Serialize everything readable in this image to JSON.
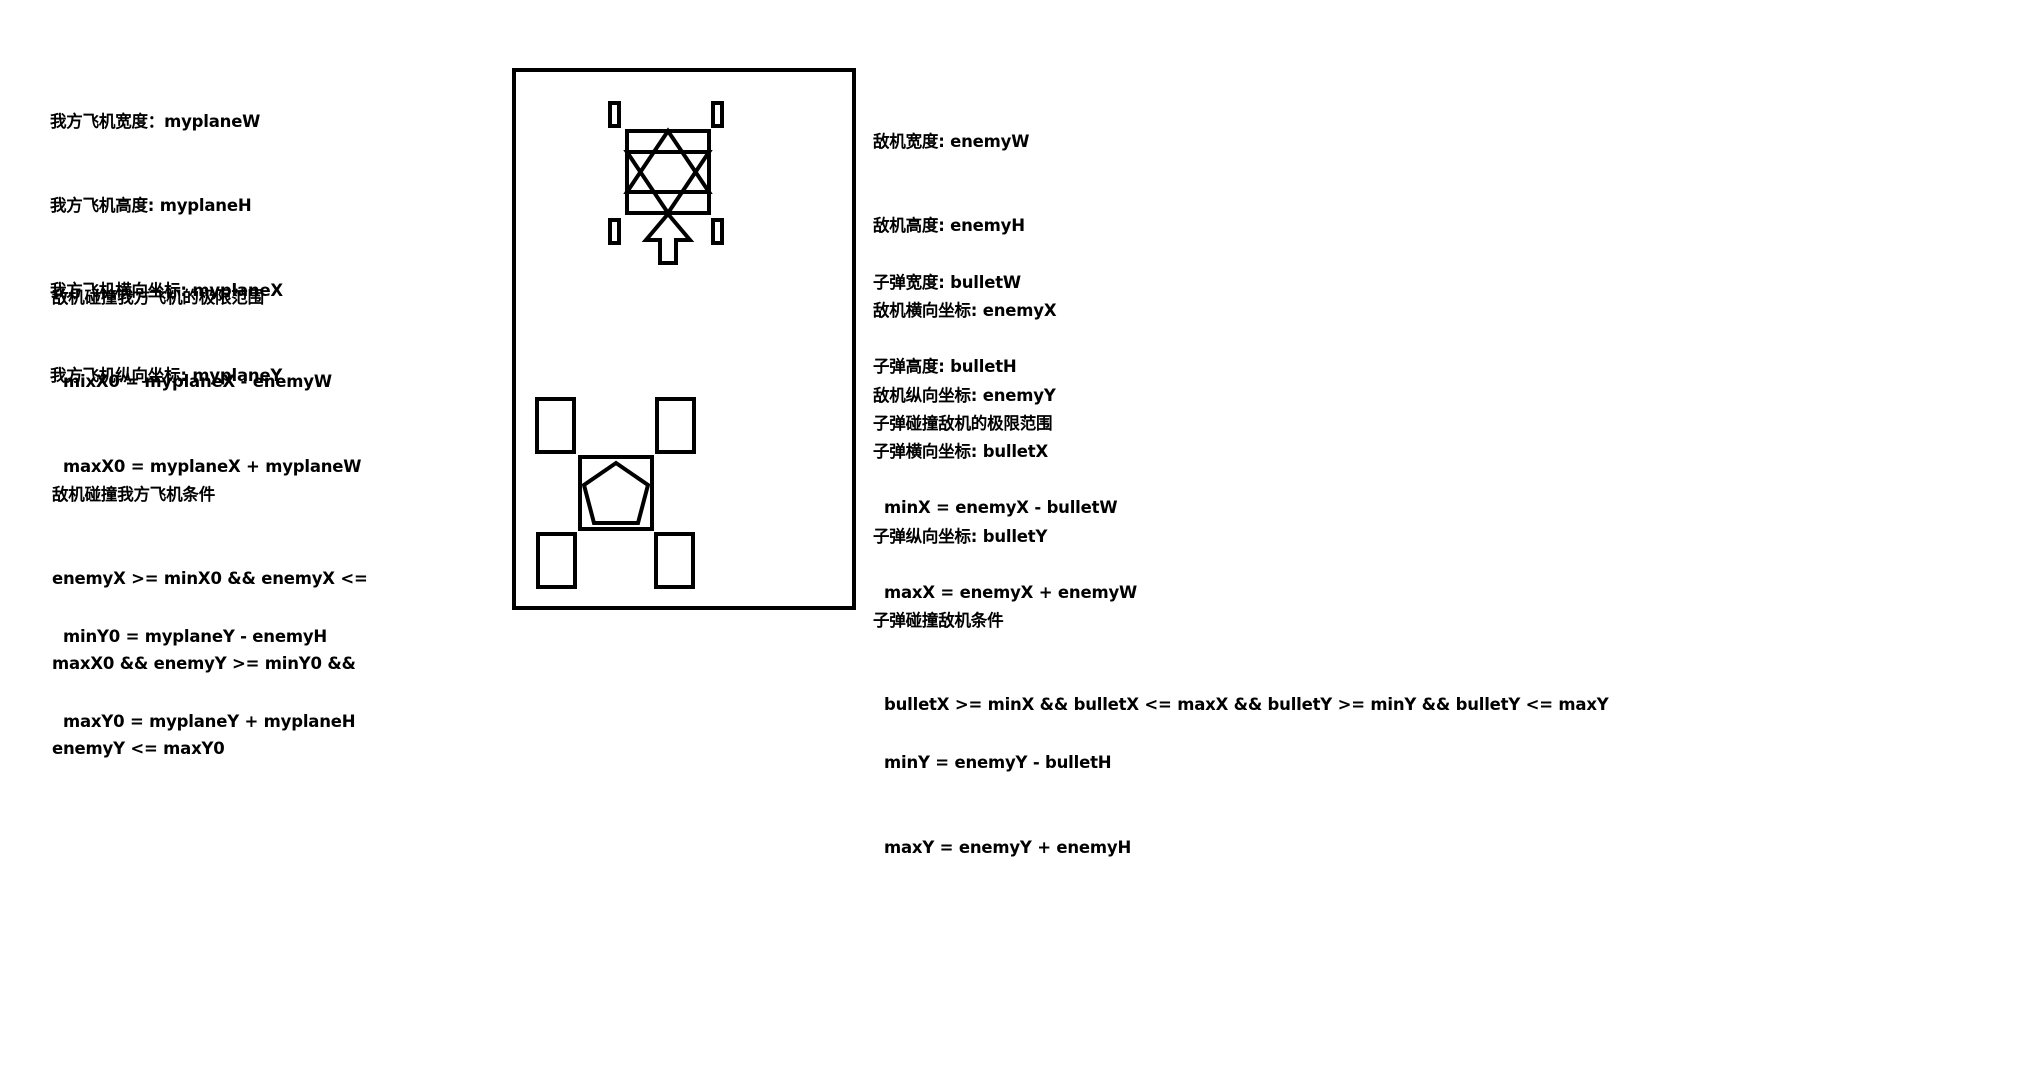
{
  "left": {
    "plane_vars": [
      "我方飞机宽度：myplaneW",
      "我方飞机高度: myplaneH",
      "我方飞机横向坐标: myplaneX",
      "我方飞机纵向坐标: myplaneY"
    ],
    "range_title": "敌机碰撞我方飞机的极限范围",
    "range_lines": [
      "mixX0 = myplaneX - enemyW",
      "maxX0 = myplaneX + myplaneW",
      "",
      "minY0 = myplaneY - enemyH",
      "maxY0 = myplaneY + myplaneH"
    ],
    "cond_title": "敌机碰撞我方飞机条件",
    "cond_lines": [
      "enemyX >= minX0 && enemyX <=",
      "maxX0 && enemyY >= minY0 &&",
      "enemyY <= maxY0"
    ]
  },
  "right": {
    "enemy_vars": [
      "敌机宽度: enemyW",
      "敌机高度: enemyH",
      "敌机横向坐标: enemyX",
      "敌机纵向坐标: enemyY"
    ],
    "bullet_vars": [
      "子弹宽度: bulletW",
      "子弹高度: bulletH",
      "子弹横向坐标: bulletX",
      "子弹纵向坐标: bulletY"
    ],
    "bullet_range_title": "子弹碰撞敌机的极限范围",
    "bullet_range_lines": [
      "minX = enemyX - bulletW",
      "maxX = enemyX + enemyW",
      "",
      "minY = enemyY - bulletH",
      "maxY = enemyY + enemyH"
    ],
    "bullet_cond_title": "子弹碰撞敌机条件",
    "bullet_cond_line": "bulletX >= minX && bulletX <= maxX && bulletY >= minY && bulletY <= maxY"
  },
  "diagram": {
    "stroke_color": "#000000",
    "background": "#ffffff",
    "top_ship_icon": "star-of-david-icon",
    "bottom_ship_icon": "pentagon-icon",
    "bullet_icon": "up-arrow-icon"
  }
}
